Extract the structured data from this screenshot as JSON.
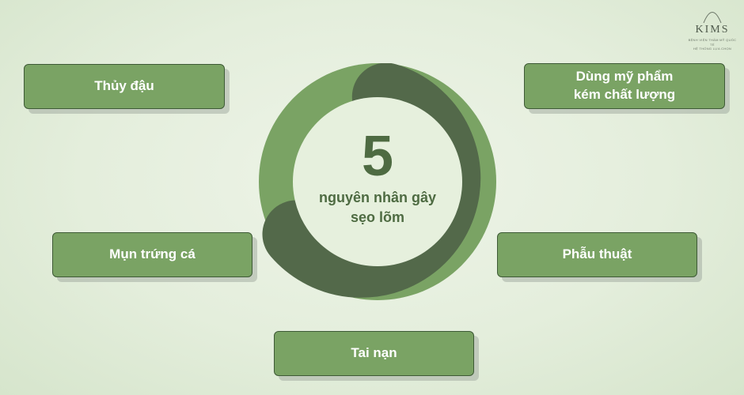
{
  "logo": {
    "brand": "KIMS",
    "tagline": "BỆNH VIỆN THẨM MỸ QUỐC TẾ",
    "subtag": "HỆ THỐNG LỰA CHỌN"
  },
  "center": {
    "number": "5",
    "caption": "nguyên nhân gây\nsẹo lõm"
  },
  "causes": [
    {
      "label": "Thủy đậu"
    },
    {
      "label": "Dùng mỹ phẩm\nkém chất lượng"
    },
    {
      "label": "Mụn trứng cá"
    },
    {
      "label": "Phẫu thuật"
    },
    {
      "label": "Tai nạn"
    }
  ],
  "colors": {
    "ring_light": "#7aa364",
    "ring_dark": "#53694a",
    "inner": "#e6f0dd",
    "box_fill": "#7aa364",
    "box_border": "#3e5a36",
    "text_dark": "#4e6b42"
  }
}
